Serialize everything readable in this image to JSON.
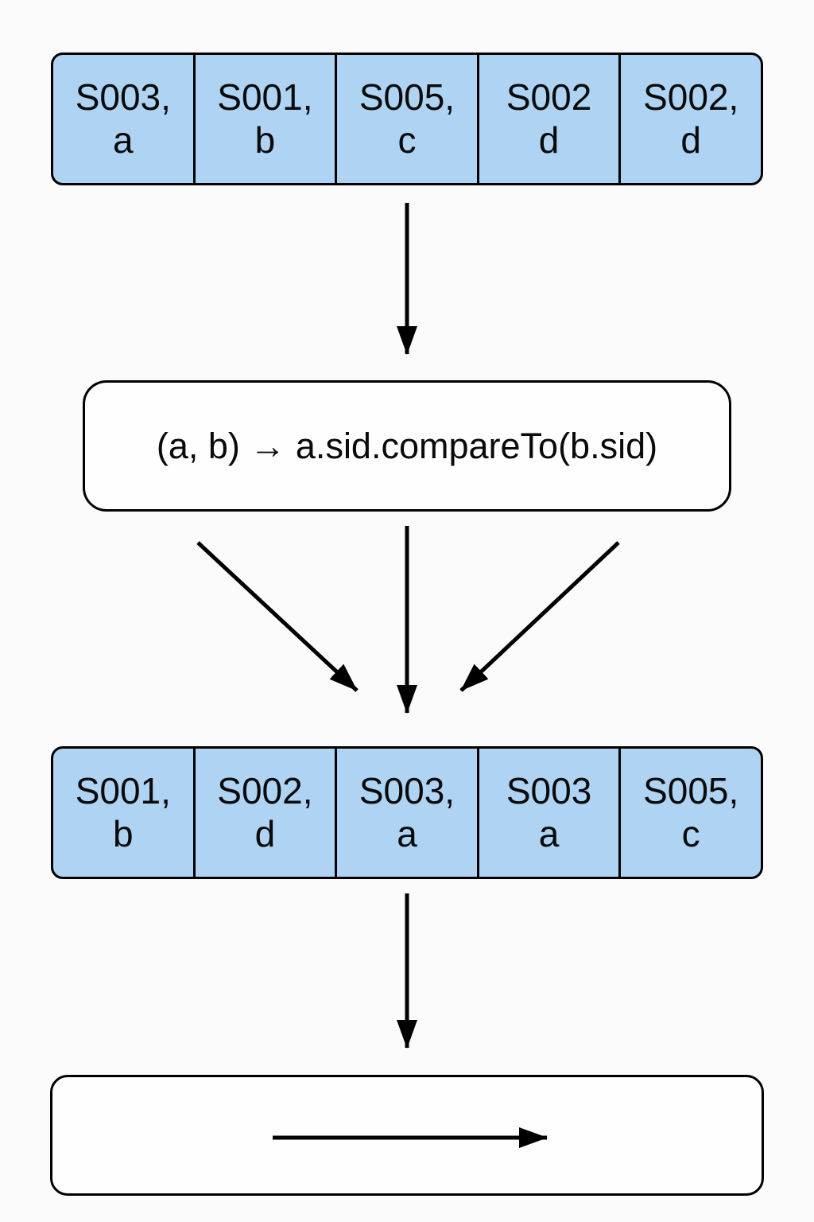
{
  "colors": {
    "background": "#fbfbfb",
    "cell_fill": "#aed3f3",
    "box_fill": "#fefefe",
    "line": "#000000"
  },
  "unsorted_array": {
    "cells": [
      {
        "line1": "S003,",
        "line2": "a"
      },
      {
        "line1": "S001,",
        "line2": "b"
      },
      {
        "line1": "S005,",
        "line2": "c"
      },
      {
        "line1": "S002",
        "line2": "d"
      },
      {
        "line1": "S002,",
        "line2": "d"
      }
    ]
  },
  "comparator": {
    "label": "(a, b) → a.sid.compareTo(b.sid)"
  },
  "sorted_array": {
    "cells": [
      {
        "line1": "S001,",
        "line2": "b"
      },
      {
        "line1": "S002,",
        "line2": "d"
      },
      {
        "line1": "S003,",
        "line2": "a"
      },
      {
        "line1": "S003",
        "line2": "a"
      },
      {
        "line1": "S005,",
        "line2": "c"
      }
    ]
  },
  "icons": {
    "top_flow_arrow": "down-arrow",
    "fan_arrows": "three-converging-down-arrows",
    "bottom_flow_arrow": "down-arrow",
    "result_arrow": "right-arrow"
  }
}
